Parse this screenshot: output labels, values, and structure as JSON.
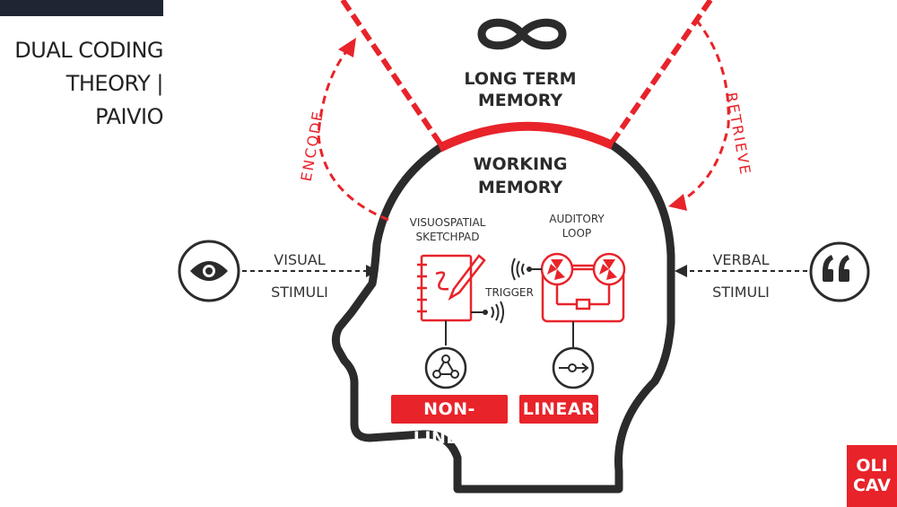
{
  "header": {
    "title_line1": "DUAL CODING",
    "title_line2": "THEORY | PAIVIO"
  },
  "long_term_memory": {
    "line1": "LONG TERM",
    "line2": "MEMORY"
  },
  "working_memory": {
    "line1": "WORKING",
    "line2": "MEMORY"
  },
  "arrows": {
    "encode": "ENCODE",
    "retrieve": "RETRIEVE",
    "trigger": "TRIGGER"
  },
  "visual": {
    "line1": "VISUAL",
    "line2": "STIMULI"
  },
  "verbal": {
    "line1": "VERBAL",
    "line2": "STIMULI"
  },
  "visuospatial": {
    "line1": "VISUOSPATIAL",
    "line2": "SKETCHPAD"
  },
  "auditory": {
    "line1": "AUDITORY",
    "line2": "LOOP"
  },
  "badges": {
    "nonlinear": "NON-LINEAR",
    "linear": "LINEAR"
  },
  "logo": {
    "line1": "OLI",
    "line2": "CAV"
  },
  "colors": {
    "accent": "#e8232a",
    "dark": "#2b2b2b",
    "topbar": "#1e2633"
  },
  "icons": [
    "infinity-icon",
    "eye-icon",
    "quote-icon",
    "sketchpad-icon",
    "tape-recorder-icon",
    "network-icon",
    "linear-flow-icon",
    "sound-wave-icon"
  ]
}
